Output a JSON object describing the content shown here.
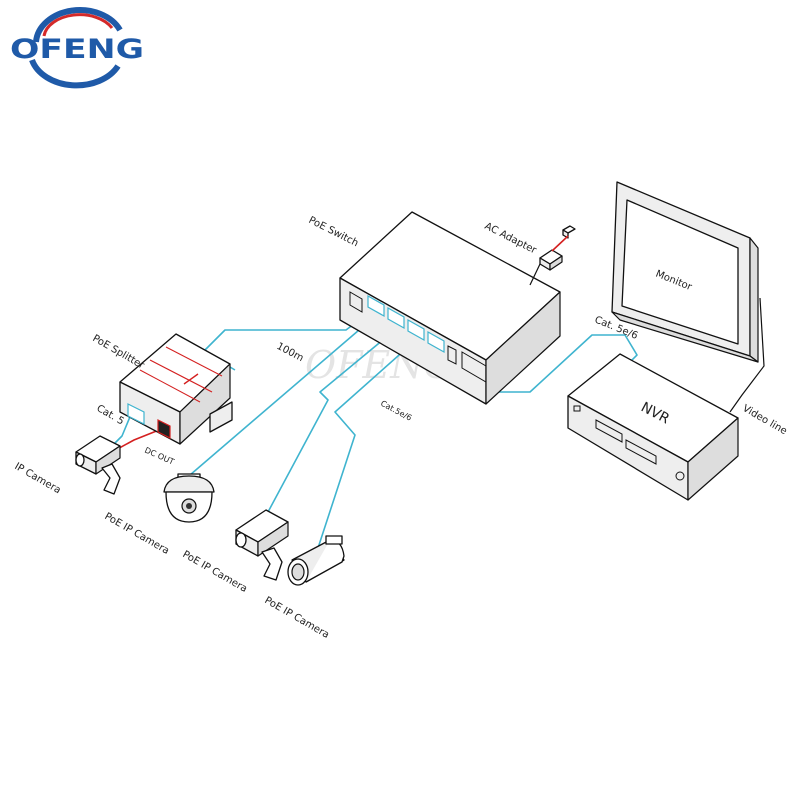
{
  "logo": {
    "text": "OFENG",
    "ring_color": "#1f5aa8",
    "accent_color": "#d42a2a"
  },
  "watermark": "OFENG",
  "labels": {
    "poe_switch": "PoE  Switch",
    "ac_adapter": "AC Adapter",
    "monitor": "Monitor",
    "cat56_right": "Cat. 5e/6",
    "nvr": "NVR",
    "video_line": "Video line",
    "poe_splitter": "PoE Splitter",
    "length_100m": "100m",
    "cat5": "Cat. 5",
    "dc_out": "DC OUT",
    "cat56_mid": "Cat.5e/6",
    "ip_camera": "IP Camera",
    "poe_ip_camera_1": "PoE IP Camera",
    "poe_ip_camera_2": "PoE IP Camera",
    "poe_ip_camera_3": "PoE IP Camera"
  },
  "colors": {
    "network_cable": "#3fb4cf",
    "power_cable": "#d42020",
    "outline": "#111111"
  },
  "icons": [
    "poe-switch-icon",
    "ac-adapter-icon",
    "monitor-icon",
    "nvr-icon",
    "poe-splitter-icon",
    "box-camera-icon",
    "dome-camera-icon",
    "bullet-camera-icon"
  ]
}
